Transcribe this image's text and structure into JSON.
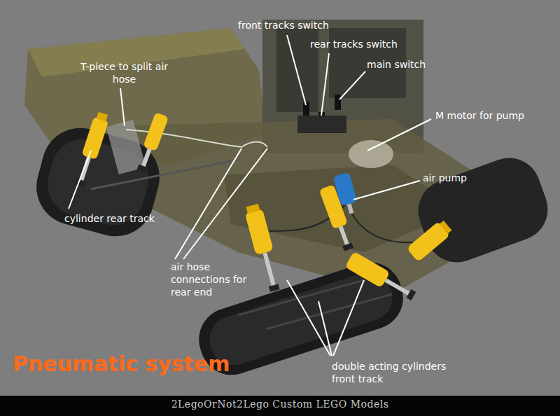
{
  "diagram": {
    "title": "Pneumatic system",
    "labels": [
      "front tracks switch",
      "rear tracks switch",
      "main switch",
      "T-piece to split air hose",
      "M motor for pump",
      "air pump",
      "cylinder rear track",
      "air hose connections for rear end",
      "double acting cylinders front track",
      "2LegoOrNot2Lego Custom LEGO Models"
    ]
  }
}
